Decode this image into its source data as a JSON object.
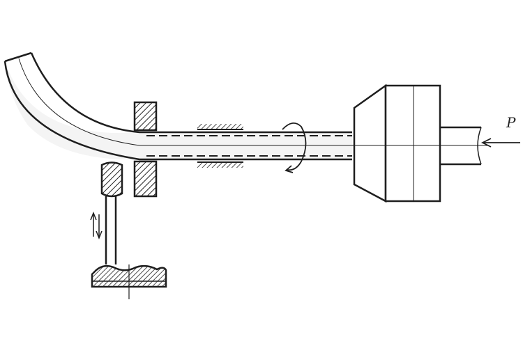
{
  "diagram": {
    "labels": {
      "force": "P"
    },
    "colors": {
      "ink": "#1e1e1e",
      "background": "#ffffff",
      "pipe_fill": "#f4f4f4"
    },
    "components": [
      "bent-pipe",
      "guide-rollers",
      "bending-roller",
      "roller-rod",
      "roller-base",
      "sliding-supports",
      "rotation-arrow",
      "pushing-head",
      "push-rod",
      "force-arrow"
    ]
  }
}
